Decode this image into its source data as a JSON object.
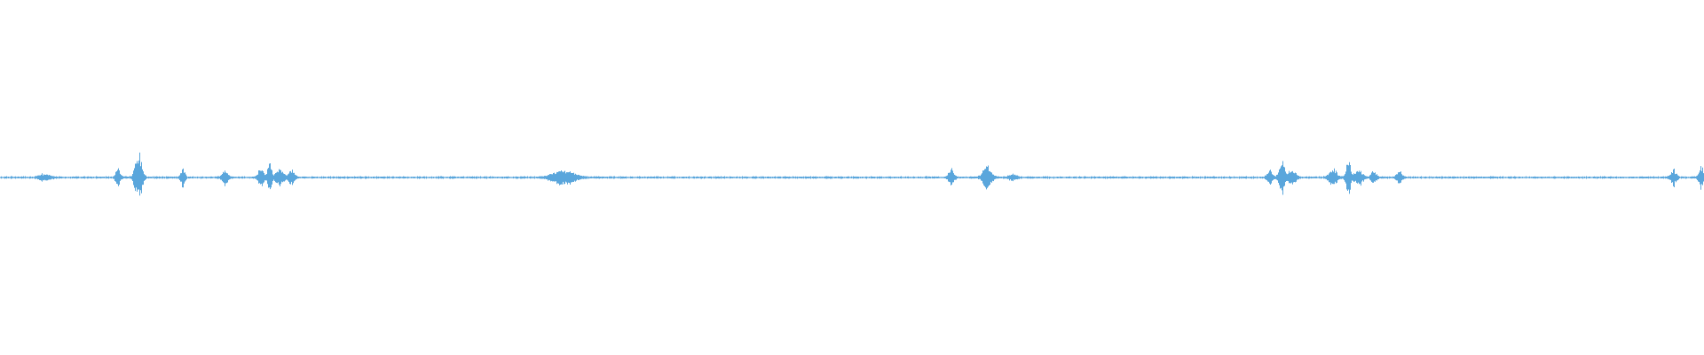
{
  "waveform": {
    "color": "#5aa6dc",
    "baseline_amplitude": 0.008,
    "bursts": [
      {
        "position": 0.026,
        "amplitude": 0.02,
        "spread": 0.004
      },
      {
        "position": 0.069,
        "amplitude": 0.07,
        "spread": 0.0015
      },
      {
        "position": 0.081,
        "amplitude": 0.16,
        "spread": 0.0025
      },
      {
        "position": 0.107,
        "amplitude": 0.06,
        "spread": 0.0015
      },
      {
        "position": 0.132,
        "amplitude": 0.05,
        "spread": 0.002
      },
      {
        "position": 0.153,
        "amplitude": 0.06,
        "spread": 0.002
      },
      {
        "position": 0.158,
        "amplitude": 0.09,
        "spread": 0.0015
      },
      {
        "position": 0.164,
        "amplitude": 0.05,
        "spread": 0.003
      },
      {
        "position": 0.171,
        "amplitude": 0.05,
        "spread": 0.002
      },
      {
        "position": 0.33,
        "amplitude": 0.05,
        "spread": 0.008
      },
      {
        "position": 0.558,
        "amplitude": 0.05,
        "spread": 0.002
      },
      {
        "position": 0.579,
        "amplitude": 0.08,
        "spread": 0.003
      },
      {
        "position": 0.594,
        "amplitude": 0.02,
        "spread": 0.003
      },
      {
        "position": 0.745,
        "amplitude": 0.05,
        "spread": 0.002
      },
      {
        "position": 0.752,
        "amplitude": 0.11,
        "spread": 0.002
      },
      {
        "position": 0.758,
        "amplitude": 0.04,
        "spread": 0.003
      },
      {
        "position": 0.782,
        "amplitude": 0.05,
        "spread": 0.003
      },
      {
        "position": 0.791,
        "amplitude": 0.13,
        "spread": 0.0015
      },
      {
        "position": 0.797,
        "amplitude": 0.05,
        "spread": 0.003
      },
      {
        "position": 0.806,
        "amplitude": 0.04,
        "spread": 0.002
      },
      {
        "position": 0.821,
        "amplitude": 0.04,
        "spread": 0.002
      },
      {
        "position": 0.982,
        "amplitude": 0.05,
        "spread": 0.002
      },
      {
        "position": 0.998,
        "amplitude": 0.08,
        "spread": 0.0015
      }
    ]
  }
}
